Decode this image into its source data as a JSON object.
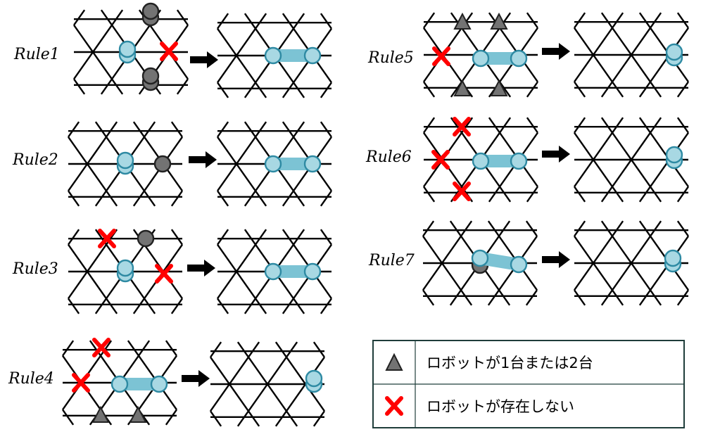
{
  "colors": {
    "lattice": "#000000",
    "robot_light": "#a8d8e3",
    "robot_light_stroke": "#2e8aa3",
    "robot_link": "#7cc3d4",
    "robot_dark": "#737373",
    "robot_dark_stroke": "#222222",
    "cross": "#ff0000",
    "triangle": "#737373",
    "legend_border": "#1f3d3a"
  },
  "rules": [
    {
      "id": "rule1",
      "label": "Rule1"
    },
    {
      "id": "rule2",
      "label": "Rule2"
    },
    {
      "id": "rule3",
      "label": "Rule3"
    },
    {
      "id": "rule4",
      "label": "Rule4"
    },
    {
      "id": "rule5",
      "label": "Rule5"
    },
    {
      "id": "rule6",
      "label": "Rule6"
    },
    {
      "id": "rule7",
      "label": "Rule7"
    }
  ],
  "legend": {
    "triangle_text": "ロボットが1台または2台",
    "cross_text": "ロボットが存在しない",
    "triangle_icon": "gray-triangle-icon",
    "cross_icon": "red-cross-icon"
  }
}
